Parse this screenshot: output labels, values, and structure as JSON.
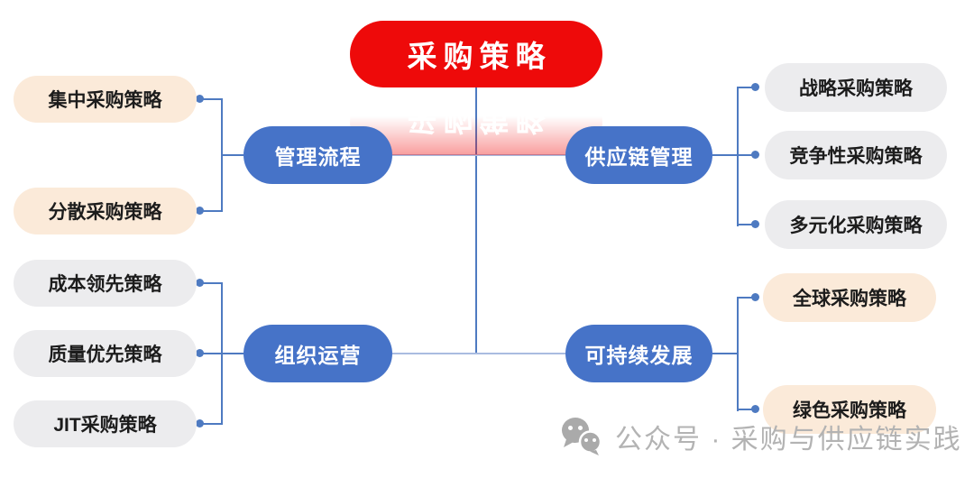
{
  "root": {
    "label": "采购策略"
  },
  "branches": {
    "management_process": {
      "label": "管理流程"
    },
    "supply_chain_management": {
      "label": "供应链管理"
    },
    "organization_operations": {
      "label": "组织运营"
    },
    "sustainable_development": {
      "label": "可持续发展"
    }
  },
  "leaves": {
    "top_left": [
      "集中采购策略",
      "分散采购策略"
    ],
    "bottom_left": [
      "成本领先策略",
      "质量优先策略",
      "JIT采购策略"
    ],
    "top_right": [
      "战略采购策略",
      "竞争性采购策略",
      "多元化采购策略"
    ],
    "bottom_right": [
      "全球采购策略",
      "绿色采购策略"
    ]
  },
  "watermark": {
    "icon": "wechat-icon",
    "text": "公众号 · 采购与供应链实践"
  },
  "colors": {
    "root_red": "#ee0a0a",
    "branch_blue": "#4673c8",
    "leaf_peach": "#fbead9",
    "leaf_gray": "#ececee",
    "connector_blue": "#4e7ac1",
    "connector_light": "#a9bce0",
    "watermark_gray": "#b3b3b3"
  }
}
